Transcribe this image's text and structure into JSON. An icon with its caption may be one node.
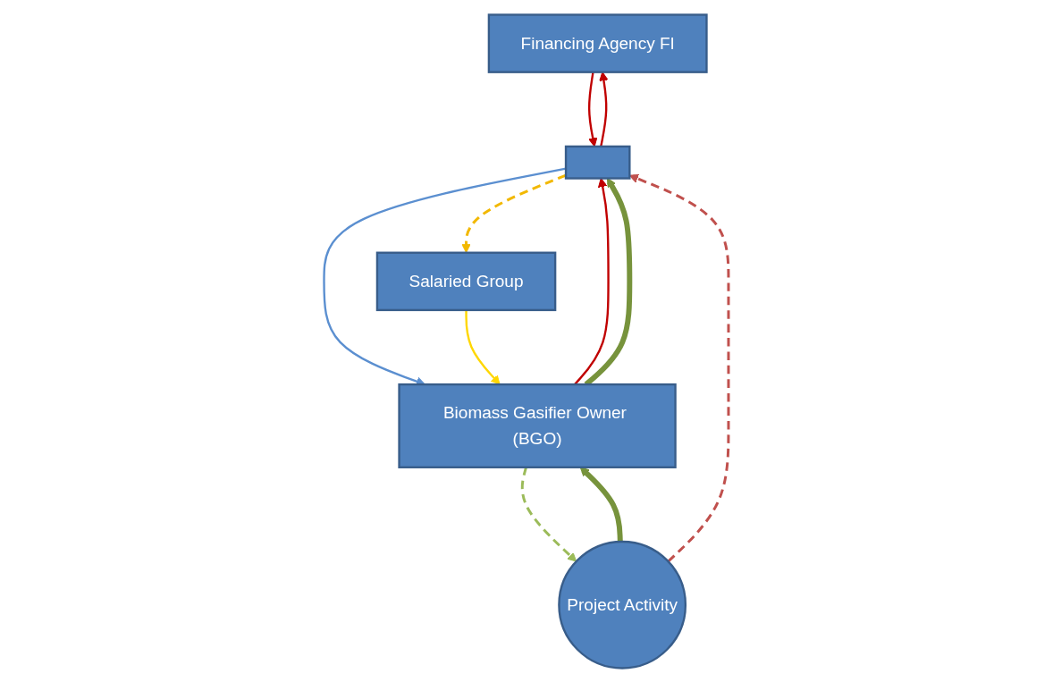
{
  "diagram": {
    "nodes": [
      {
        "text": [
          "Financing Agency FI"
        ]
      },
      {
        "text": [],
        "shape": "box"
      },
      {
        "text": [
          "Salaried Group"
        ]
      },
      {
        "text": [
          "Biomass Gasifier Owner (BGO)"
        ]
      },
      {
        "text": [
          "Project Activity"
        ]
      }
    ],
    "edges": [
      {
        "from": 0,
        "to": 1,
        "arrow": "to",
        "color": "#c00000"
      },
      {
        "from": 1,
        "to": 0,
        "arrow": "to",
        "color": "#c00000"
      },
      {
        "from": 1,
        "to": 2,
        "arrow": "to",
        "style": "dashed",
        "color": "#f2b800"
      },
      {
        "from": 1,
        "to": 3,
        "arrow": "to",
        "color": "#5b8fd0"
      },
      {
        "from": 3,
        "to": 1,
        "arrow": "to",
        "color": "#c00000"
      },
      {
        "from": 3,
        "to": 1,
        "arrow": "to",
        "style": "thick",
        "color": "#77933c"
      },
      {
        "from": 2,
        "to": 3,
        "arrow": "to",
        "color": "#ffd700"
      },
      {
        "from": 3,
        "to": 4,
        "arrow": "to",
        "style": "dashed",
        "color": "#9bbb59"
      },
      {
        "from": 4,
        "to": 3,
        "arrow": "to",
        "style": "thick",
        "color": "#77933c"
      },
      {
        "from": 4,
        "to": 1,
        "arrow": "to",
        "style": "dashed",
        "color": "#c0504d"
      }
    ]
  }
}
